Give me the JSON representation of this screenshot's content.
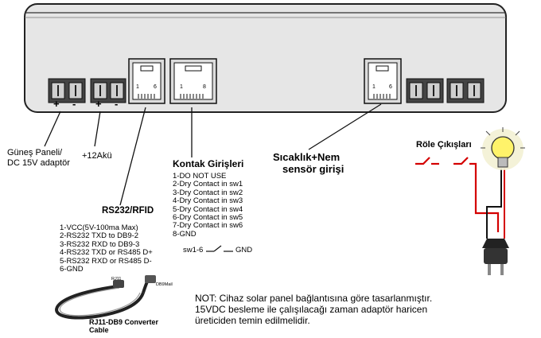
{
  "device": {
    "terminal_signs": [
      "+",
      "-",
      "+",
      "-"
    ],
    "rs232_port_pins": {
      "left": "1",
      "right": "6"
    },
    "kontak_port_pins": {
      "left": "1",
      "right": "8"
    },
    "sensor_port_pins": {
      "left": "1",
      "right": "6"
    }
  },
  "labels": {
    "gunes_line1": "Güneş Paneli/",
    "gunes_line2": "DC 15V adaptör",
    "aku": "+12Akü",
    "rs232": "RS232/RFID",
    "kontak_title": "Kontak Girişleri",
    "sensor_line1": "Sıcaklık+Nem",
    "sensor_line2": "sensör girişi",
    "role": "Röle Çıkışları"
  },
  "rs232_pins": [
    "1-VCC(5V-100ma Max)",
    "2-RS232 TXD to DB9-2",
    "3-RS232 RXD to DB9-3",
    "4-RS232 TXD or RS485 D+",
    "5-RS232 RXD or RS485 D-",
    "6-GND"
  ],
  "kontak_pins": [
    "1-DO NOT USE",
    "2-Dry Contact in sw1",
    "3-Dry Contact in sw2",
    "4-Dry Contact in sw3",
    "5-Dry Contact in sw4",
    "6-Dry Contact in sw5",
    "7-Dry Contact in sw6",
    "8-GND"
  ],
  "switch_legend": {
    "left": "sw1-6",
    "right": "GND"
  },
  "cable": {
    "rj11_tag": "RJ11",
    "db9_tag": "DB9Mail",
    "title_line1": "RJ11-DB9 Converter",
    "title_line2": "Cable"
  },
  "note": {
    "line1": "NOT: Cihaz solar panel bağlantısına göre tasarlanmıştır.",
    "line2": "15VDC besleme ile çalışılacağı zaman adaptör haricen",
    "line3": "üreticiden temin edilmelidir."
  }
}
